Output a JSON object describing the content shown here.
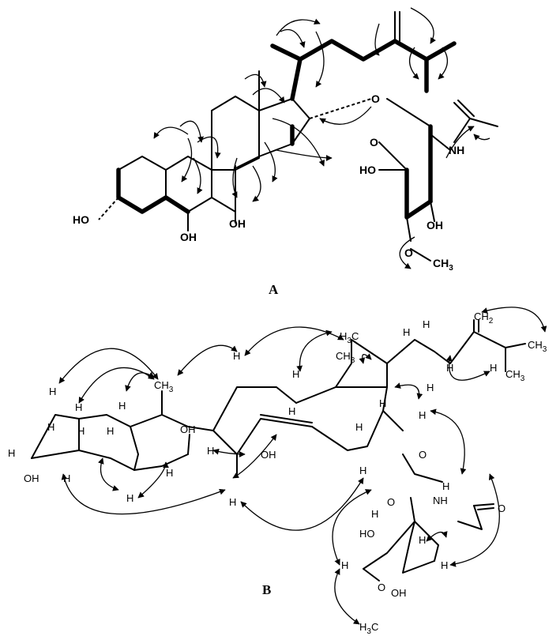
{
  "panelA": {
    "label": "A",
    "atoms": {
      "ho_ring": "HO",
      "oh_c6": "OH",
      "oh_c7": "OH",
      "o_link": "O",
      "o_ring": "O",
      "nh": "NH",
      "ho_ch2": "HO",
      "oh_sugar": "OH",
      "o_methoxy": "O",
      "ch3_methoxy": "CH",
      "ch3_sub": "3"
    }
  },
  "panelB": {
    "label": "B",
    "atoms": {
      "ch2": "CH",
      "ch2_sub": "2",
      "ch3_a": "CH",
      "ch3_b": "CH",
      "ch3_c": "CH",
      "ch3_d": "CH",
      "h3c_a": "H",
      "h3c_b": "C",
      "h3c_c": "H",
      "h3c_d": "C",
      "sub3": "3",
      "h": "H",
      "oh": "OH",
      "ho": "HO",
      "o": "O",
      "nh": "NH"
    }
  }
}
